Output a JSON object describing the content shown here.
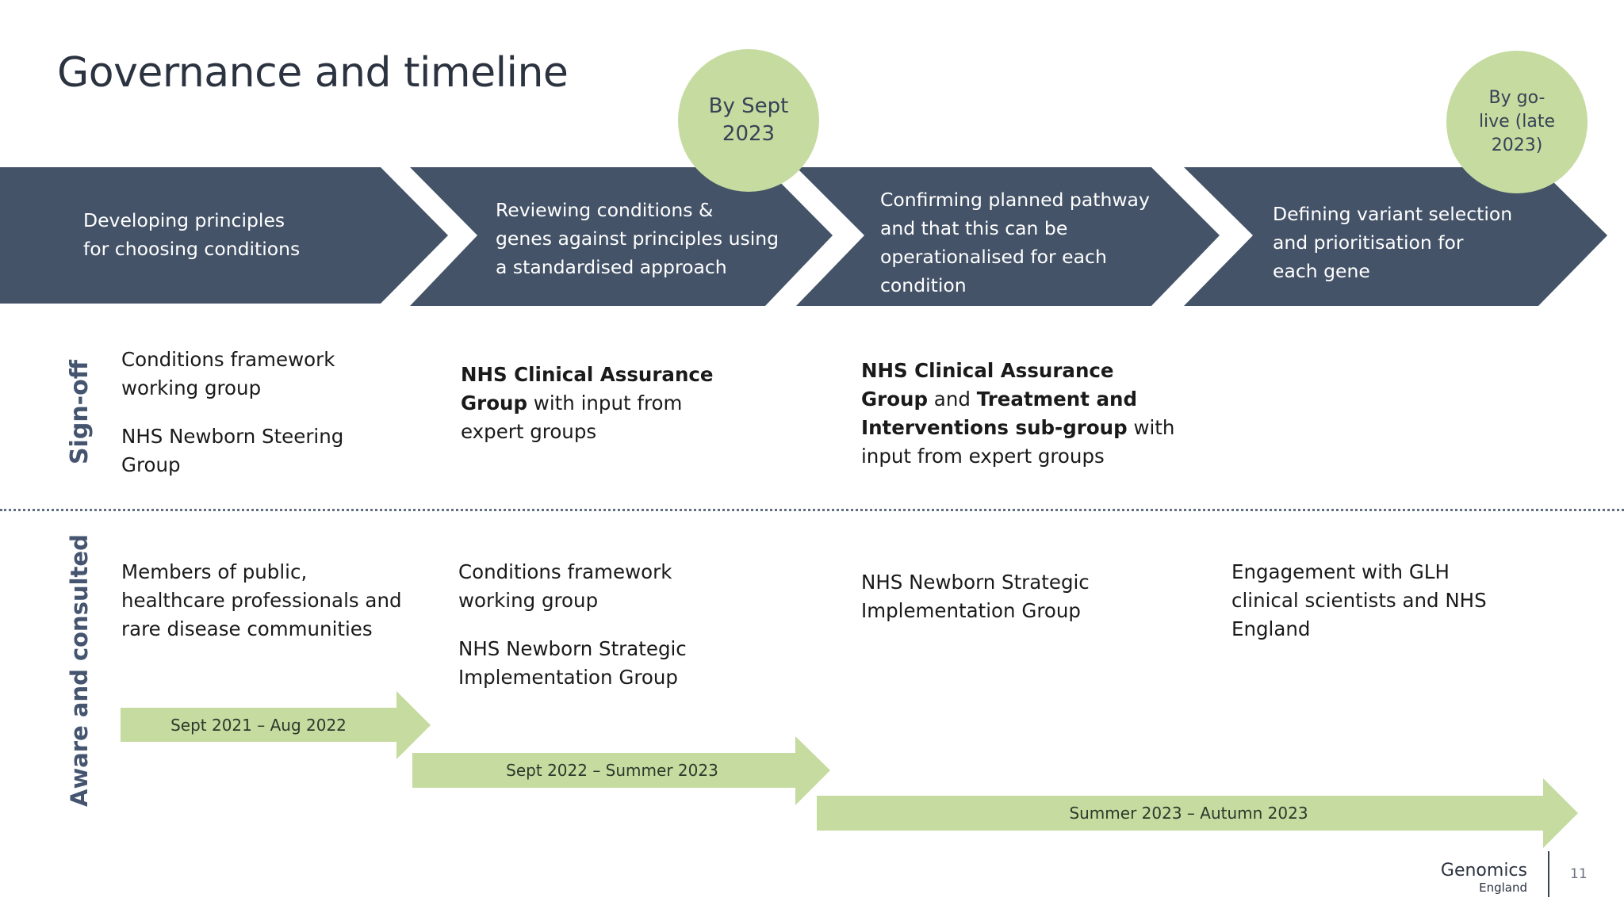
{
  "title": "Governance and timeline",
  "colors": {
    "chevron": "#445368",
    "milestone": "#c5dba0",
    "arrow": "#c5dba0",
    "side_label": "#455570"
  },
  "phases": [
    {
      "lines": [
        "Developing principles",
        "for choosing conditions"
      ]
    },
    {
      "lines": [
        "Reviewing conditions &",
        "genes against principles using",
        "a standardised approach"
      ]
    },
    {
      "lines": [
        "Confirming planned pathway",
        "and that this can be",
        "operationalised for each",
        "condition"
      ]
    },
    {
      "lines": [
        "Defining variant selection",
        "and prioritisation for",
        "each gene"
      ]
    }
  ],
  "milestones": [
    {
      "lines": [
        "By Sept",
        "2023"
      ]
    },
    {
      "lines": [
        "By go-",
        "live (late",
        "2023)"
      ]
    }
  ],
  "rows": {
    "signoff_label": "Sign-off",
    "aware_label": "Aware and consulted"
  },
  "signoff": {
    "col1": {
      "p1": [
        "Conditions framework",
        "working group"
      ],
      "p2": [
        "NHS Newborn Steering",
        "Group"
      ]
    },
    "col2": {
      "l1": "NHS Clinical Assurance",
      "l2_bold": "Group",
      "l2_rest": " with input from",
      "l3": "expert groups"
    },
    "col3": {
      "l1": "NHS Clinical Assurance",
      "l2_bold_a": "Group",
      "l2_mid": " and ",
      "l2_bold_b": "Treatment and",
      "l3_bold": "Interventions sub-group",
      "l3_rest": " with",
      "l4": "input from expert groups"
    }
  },
  "aware": {
    "col1": [
      "Members of public,",
      "healthcare professionals and",
      "rare disease communities"
    ],
    "col2": {
      "p1": [
        "Conditions framework",
        "working group"
      ],
      "p2": [
        "NHS Newborn Strategic",
        "Implementation Group"
      ]
    },
    "col3": [
      "NHS Newborn Strategic",
      "Implementation Group"
    ],
    "col4": [
      "Engagement with GLH",
      "clinical scientists and NHS",
      "England"
    ]
  },
  "timeline": [
    {
      "label": "Sept 2021 – Aug 2022"
    },
    {
      "label": "Sept 2022 –  Summer 2023"
    },
    {
      "label": "Summer 2023 – Autumn 2023"
    }
  ],
  "footer": {
    "logo_main": "Genomics",
    "logo_sub": "England",
    "page_number": "11"
  }
}
